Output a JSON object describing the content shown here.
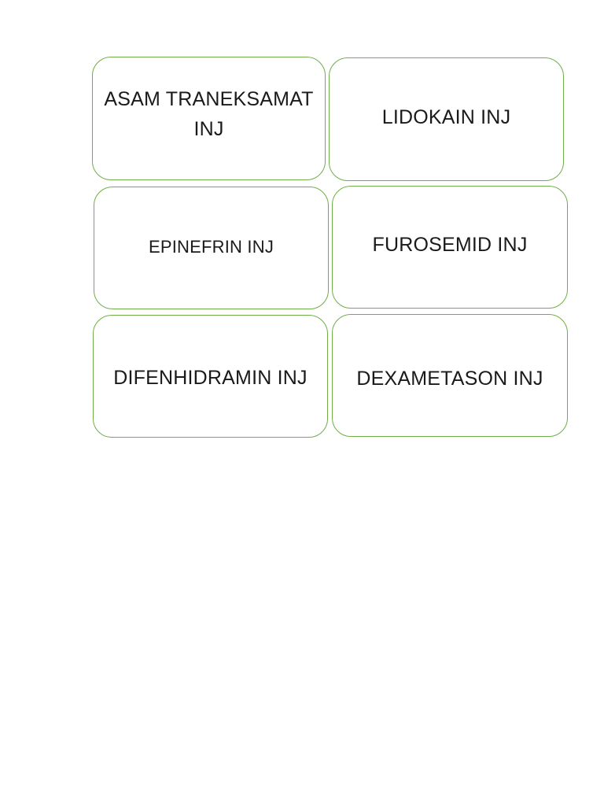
{
  "cards": [
    {
      "label": "ASAM TRANEKSAMAT INJ"
    },
    {
      "label": "LIDOKAIN INJ"
    },
    {
      "label": "EPINEFRIN INJ"
    },
    {
      "label": "FUROSEMID INJ"
    },
    {
      "label": "DIFENHIDRAMIN INJ"
    },
    {
      "label": "DEXAMETASON INJ"
    }
  ],
  "colors": {
    "card_border": "#70ad47",
    "text": "#1a1a1a",
    "background": "#ffffff"
  }
}
